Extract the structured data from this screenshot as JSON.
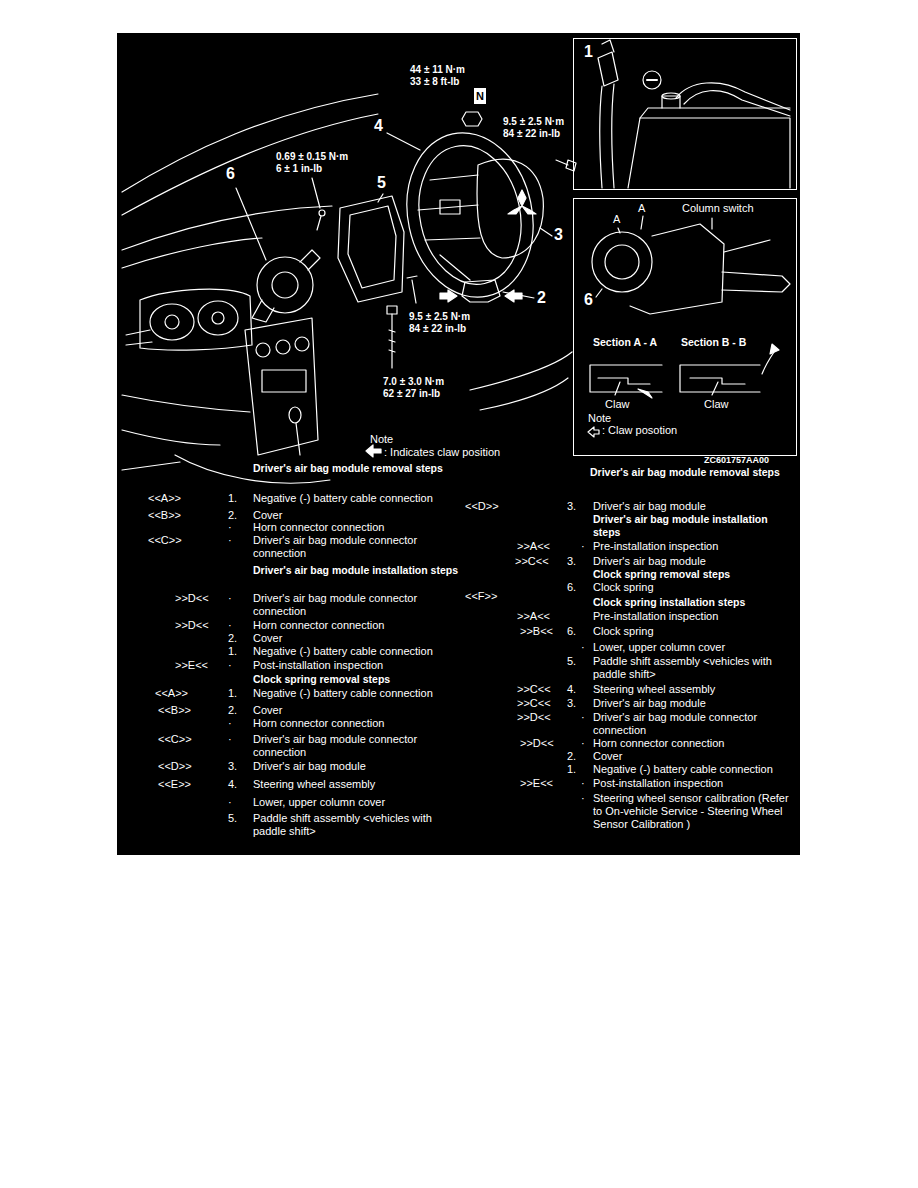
{
  "diagram": {
    "nodes": [
      {
        "text": [
          "1"
        ]
      },
      {
        "text": [
          "A",
          "A",
          "Column switch",
          "6",
          "Section A - A",
          "Section B - B",
          "Claw",
          "Claw",
          "Note",
          ": Claw posotion"
        ]
      },
      {
        "text": [
          "N"
        ]
      }
    ],
    "labels": [
      "44 ± 11 N·m",
      "33 ± 8 ft-lb",
      "9.5 ± 2.5 N·m",
      "84 ± 22 in-lb",
      "0.69 ± 0.15 N·m",
      "6 ± 1 in-lb",
      "4",
      "6",
      "5",
      "3",
      "2",
      "9.5 ± 2.5 N·m",
      "84 ± 22 in-lb",
      "7.0 ± 3.0 N·m",
      "62 ± 27 in-lb",
      "Note",
      ": Indicates claw position",
      "ZC601757AA00",
      "Driver's air bag module removal steps",
      "<<A>>",
      "1.",
      "Negative (-) battery cable connection",
      "<<B>>",
      "2.",
      "Cover",
      "·",
      "Horn connector connection",
      "<<C>>",
      "·",
      "Driver's air bag module connector connection",
      "Driver's air bag module installation steps",
      ">>D<<",
      "·",
      "Driver's air bag module connector connection",
      ">>D<<",
      "·",
      "Horn connector connection",
      "2.",
      "Cover",
      "1.",
      "Negative (-) battery cable connection",
      ">>E<<",
      "·",
      "Post-installation inspection",
      "Clock spring removal steps",
      "<<A>>",
      "1.",
      "Negative (-) battery cable connection",
      "<<B>>",
      "2.",
      "Cover",
      "·",
      "Horn connector connection",
      "<<C>>",
      "·",
      "Driver's air bag module connector connection",
      "<<D>>",
      "3.",
      "Driver's air bag module",
      "<<E>>",
      "4.",
      "Steering wheel assembly",
      "·",
      "Lower, upper column cover",
      "5.",
      "Paddle shift assembly <vehicles with paddle shift>",
      "Driver's air bag module removal steps",
      "<<D>>",
      "3.",
      "Driver's air bag module",
      "Driver's air bag module installation steps",
      ">>A<<",
      "·",
      "Pre-installation inspection",
      ">>C<<",
      "3.",
      "Driver's air bag module",
      "Clock spring removal steps",
      "<<F>>",
      "6.",
      "Clock spring",
      "Clock spring installation steps",
      ">>A<<",
      "Pre-installation inspection",
      ">>B<<",
      "6.",
      "Clock spring",
      "·",
      "Lower, upper column cover",
      "5.",
      "Paddle shift assembly <vehicles with paddle shift>",
      ">>C<<",
      "4.",
      "Steering wheel assembly",
      ">>C<<",
      "3.",
      "Driver's air bag module",
      ">>D<<",
      "·",
      "Driver's air bag module connector connection",
      ">>D<<",
      "·",
      "Horn connector connection",
      "2.",
      "Cover",
      "1.",
      "Negative (-) battery cable connection",
      ">>E<<",
      "·",
      "Post-installation inspection",
      "·",
      "Steering wheel sensor calibration (Refer to On-vehicle Service - Steering Wheel Sensor Calibration )"
    ]
  }
}
